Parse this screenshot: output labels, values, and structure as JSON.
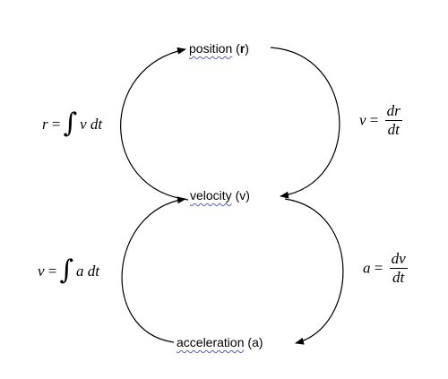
{
  "nodes": {
    "position": {
      "word": "position",
      "symbol": "r",
      "suffix": ""
    },
    "velocity": {
      "word": "velocity",
      "symbol": "v",
      "suffix": ""
    },
    "acceleration": {
      "word": "acceleration",
      "symbol": "a",
      "suffix": ""
    }
  },
  "equations": {
    "r_from_v": {
      "lhs": "r",
      "eq": "=",
      "integral": "∫",
      "body": "v dt"
    },
    "v_from_a": {
      "lhs": "v",
      "eq": "=",
      "integral": "∫",
      "body": "a dt"
    },
    "v_from_r": {
      "lhs": "v",
      "eq": "=",
      "num": "dr",
      "den": "dt"
    },
    "a_from_v": {
      "lhs": "a",
      "eq": "=",
      "num": "dv",
      "den": "dt"
    }
  }
}
